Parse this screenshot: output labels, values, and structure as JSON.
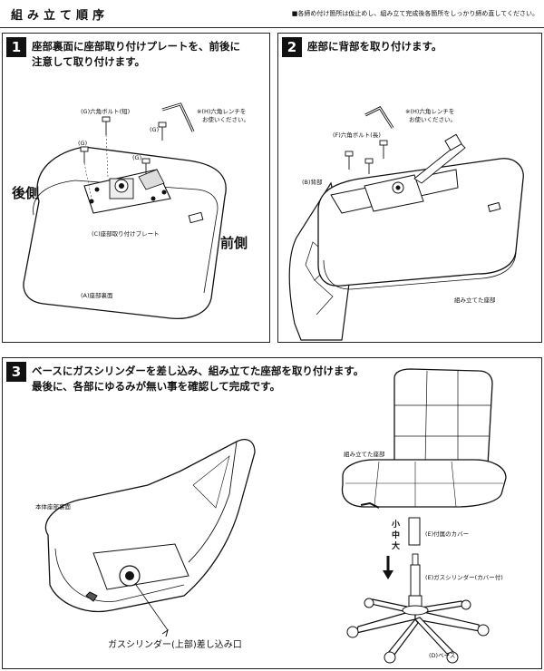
{
  "header": {
    "title": "組み立て順序",
    "note": "■各締め付け箇所は仮止めし、組み立て完成後各箇所をしっかり締め直してください。"
  },
  "step1": {
    "number": "1",
    "text_line1": "座部裏面に座部取り付けプレートを、前後に",
    "text_line2": "注意して取り付けます。",
    "labels": {
      "bolt_short": "(G)六角ボルト(短)",
      "g1": "(G)",
      "g2": "(G)",
      "g3": "(G)",
      "wrench_line1": "※(H)六角レンチを",
      "wrench_line2": "お使いください。",
      "back": "後側",
      "front": "前側",
      "plate": "(C)座部取り付けプレート",
      "seat_back_face": "(A)座部裏面"
    }
  },
  "step2": {
    "number": "2",
    "text": "座部に背部を取り付けます。",
    "labels": {
      "wrench_line1": "※(H)六角レンチを",
      "wrench_line2": "お使いください。",
      "bolt_long": "(F)六角ボルト(長)",
      "back_part": "(B)背部",
      "assembled_seat": "組み立てた座部"
    }
  },
  "step3": {
    "number": "3",
    "text_line1": "ベースにガスシリンダーを差し込み、組み立てた座部を取り付けます。",
    "text_line2": "最後に、各部にゆるみが無い事を確認して完成です。",
    "labels": {
      "body_seat_back": "本体座部裏面",
      "insert_port": "ガスシリンダー(上部)差し込み口",
      "assembled_seat": "組み立てた座部",
      "cover": "(E)付属のカバー",
      "cylinder": "(E)ガスシリンダー(カバー付)",
      "base": "(D)ベース",
      "size_small": "小",
      "size_mid": "中",
      "size_large": "大"
    }
  }
}
